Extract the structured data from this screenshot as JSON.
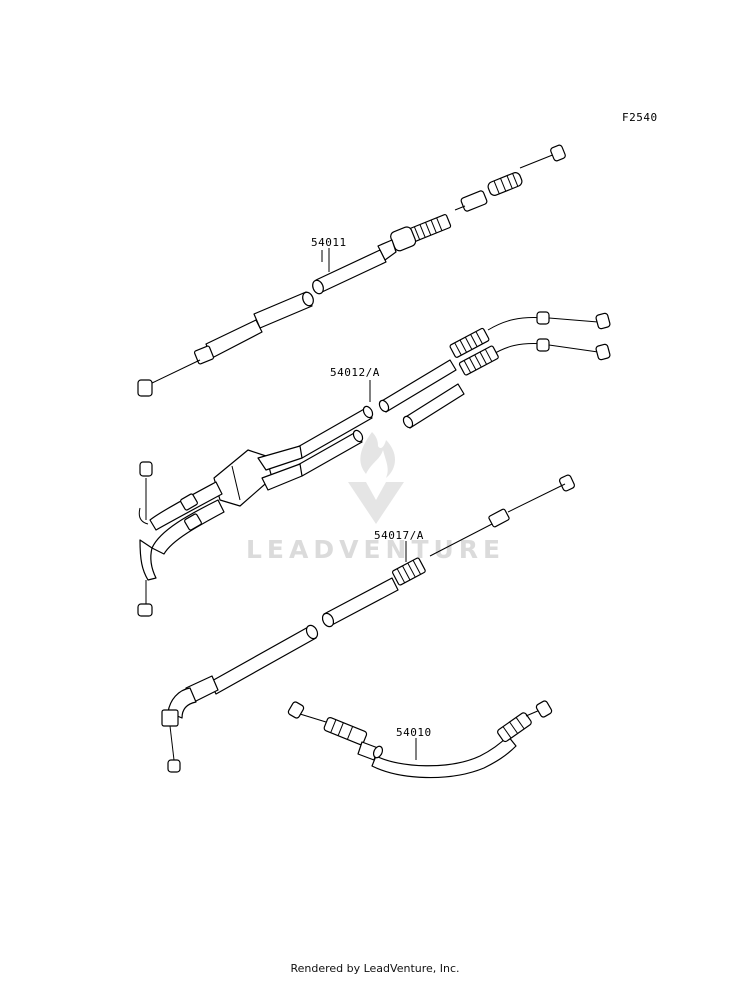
{
  "figure_code": "F2540",
  "parts": [
    {
      "number": "54011"
    },
    {
      "number": "54012/A"
    },
    {
      "number": "54017/A"
    },
    {
      "number": "54010"
    }
  ],
  "watermark": "LEADVENTURE",
  "footer": "Rendered by LeadVenture, Inc.",
  "colors": {
    "line": "#000000",
    "watermark": "#d8d8d8",
    "background": "#ffffff"
  }
}
